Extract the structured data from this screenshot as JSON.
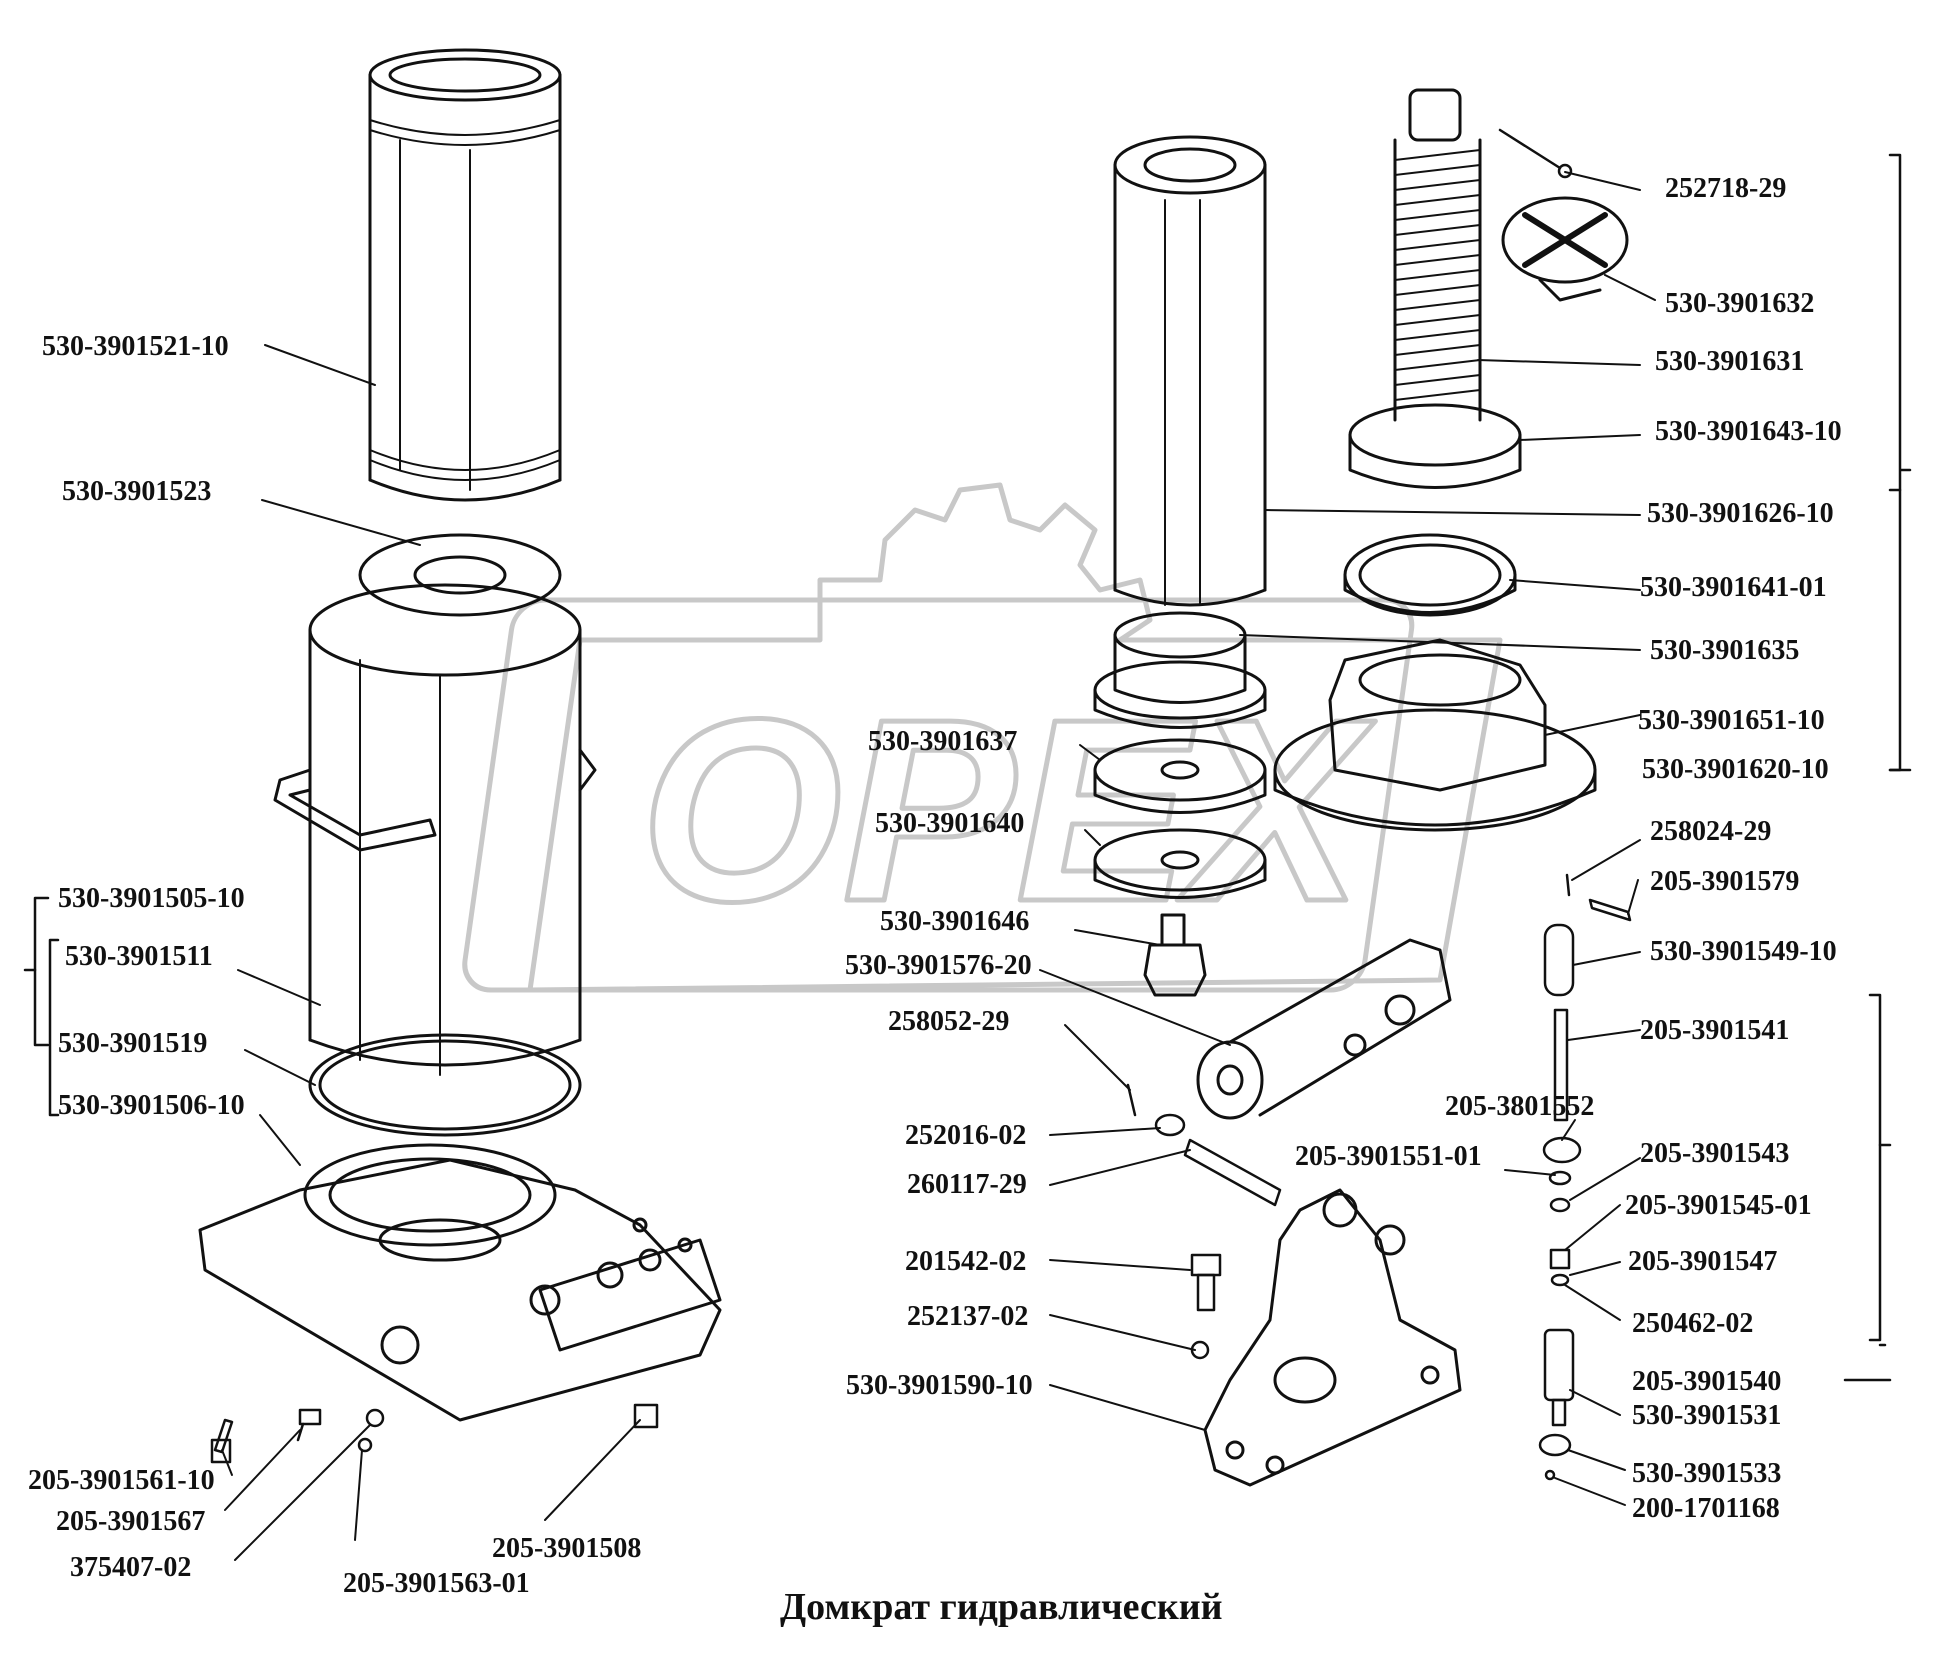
{
  "title": "Домкрат гидравлический",
  "watermark": "ОРЕХ",
  "colors": {
    "ink": "#111111",
    "watermark": "#c8c8c8"
  },
  "parts": [
    "530-3901521-10",
    "530-3901523",
    "530-3901505-10",
    "530-3901511",
    "530-3901519",
    "530-3901506-10",
    "205-3901561-10",
    "205-3901567",
    "375407-02",
    "205-3901563-01",
    "205-3901508",
    "252718-29",
    "530-3901632",
    "530-3901631",
    "530-3901643-10",
    "530-3901626-10",
    "530-3901641-01",
    "530-3901635",
    "530-3901651-10",
    "530-3901620-10",
    "530-3901637",
    "530-3901640",
    "530-3901646",
    "530-3901576-20",
    "258052-29",
    "252016-02",
    "260117-29",
    "201542-02",
    "252137-02",
    "530-3901590-10",
    "258024-29",
    "205-3901579",
    "530-3901549-10",
    "205-3901541",
    "205-3801552",
    "205-3901551-01",
    "205-3901543",
    "205-3901545-01",
    "205-3901547",
    "250462-02",
    "205-3901540",
    "530-3901531",
    "530-3901533",
    "200-1701168"
  ]
}
